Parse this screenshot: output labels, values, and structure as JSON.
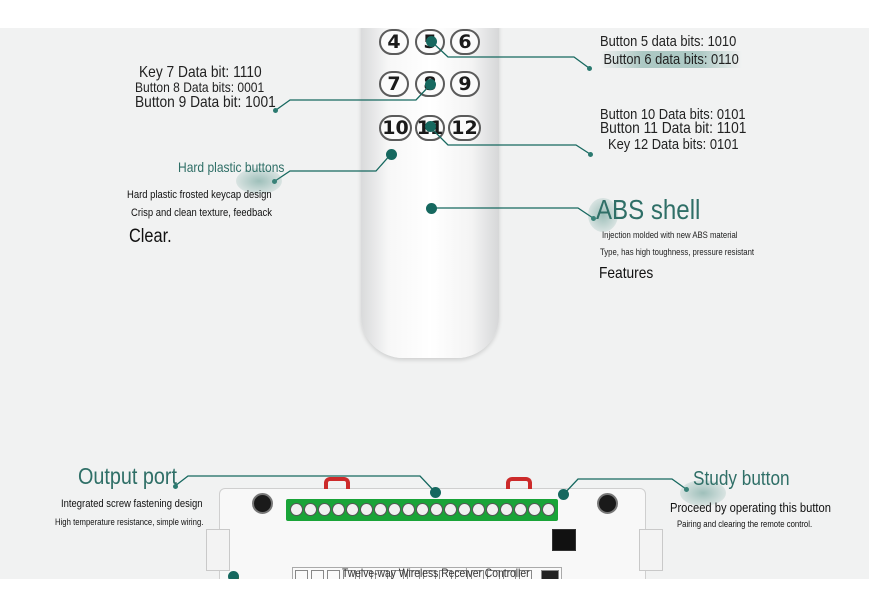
{
  "remote": {
    "keys": [
      "4",
      "5",
      "6",
      "7",
      "8",
      "9",
      "10",
      "11",
      "12"
    ]
  },
  "labels": {
    "button5": "Button 5 data bits: 1010",
    "button6": "Button 6 data bits: 0110",
    "key7": "Key 7 Data bit: 1110",
    "button8": "Button 8 Data bits: 0001",
    "button9": "Button 9 Data bit: 1001",
    "button10": "Button 10 Data bits: 0101",
    "button11": "Button 11 Data bit: 1101",
    "key12": "Key 12 Data bits: 0101",
    "hard_plastic_title": "Hard plastic buttons",
    "hard_plastic_line1": "Hard plastic frosted keycap design",
    "hard_plastic_line2": "Crisp and clean texture, feedback",
    "hard_plastic_line3": "Clear.",
    "abs_title": "ABS shell",
    "abs_line1": "Injection molded with new ABS material",
    "abs_line2": "Type, has high toughness, pressure resistant",
    "abs_line3": "Features",
    "output_title": "Output port",
    "output_line1": "Integrated screw fastening design",
    "output_line2": "High temperature resistance, simple wiring.",
    "study_title": "Study button",
    "study_line1": "Proceed by operating this button",
    "study_line2": "Pairing and clearing the remote control.",
    "receiver_caption": "Twelve-way Wireless Receiver Controller"
  },
  "colors": {
    "accent": "#16685f",
    "background": "#f1f2f2",
    "terminal": "#19a438",
    "clip": "#cc2a2a"
  }
}
